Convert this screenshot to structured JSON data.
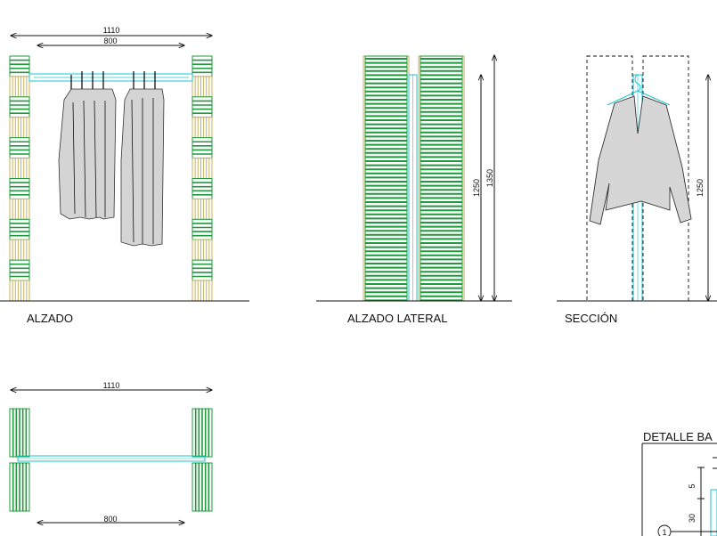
{
  "views": {
    "alzado": {
      "label": "ALZADO",
      "dim_total": "1110",
      "dim_inner": "800"
    },
    "alzado_lateral": {
      "label": "ALZADO LATERAL",
      "dim_a": "1250",
      "dim_b": "1350"
    },
    "seccion": {
      "label": "SECCIÓN",
      "dim_height": "1250"
    },
    "planta": {
      "dim_total": "1110",
      "dim_inner": "800"
    },
    "detalle": {
      "label": "DETALLE BA",
      "dim_small": "5",
      "dim_mid": "30",
      "callout": "1"
    }
  },
  "colors": {
    "slat_green": "#1e9a3c",
    "slat_tan": "#c9b25a",
    "rail_cyan": "#19c6cf",
    "garment_grey": "#d2d2d2",
    "line": "#111111"
  }
}
